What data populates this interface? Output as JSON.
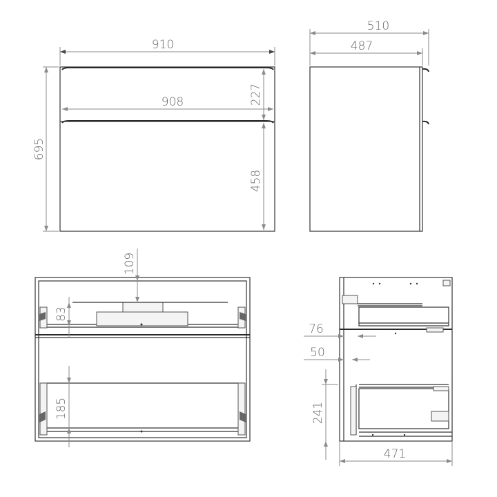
{
  "colors": {
    "line": "#333333",
    "dimension": "#8a8a8a",
    "text": "#666666",
    "background": "#ffffff"
  },
  "dimensions": {
    "front_width_outer": "910",
    "front_width_inner": "908",
    "front_height_total": "695",
    "front_top_drawer_height": "227",
    "front_bottom_drawer_height": "458",
    "side_depth_outer": "510",
    "side_depth_inner": "487",
    "top_clearance": "109",
    "upper_drawer_inner_height": "83",
    "lower_drawer_inner_height": "185",
    "side_offset_upper": "76",
    "side_offset_lower": "50",
    "side_lower_drawer_height": "241",
    "side_inner_depth": "471"
  }
}
